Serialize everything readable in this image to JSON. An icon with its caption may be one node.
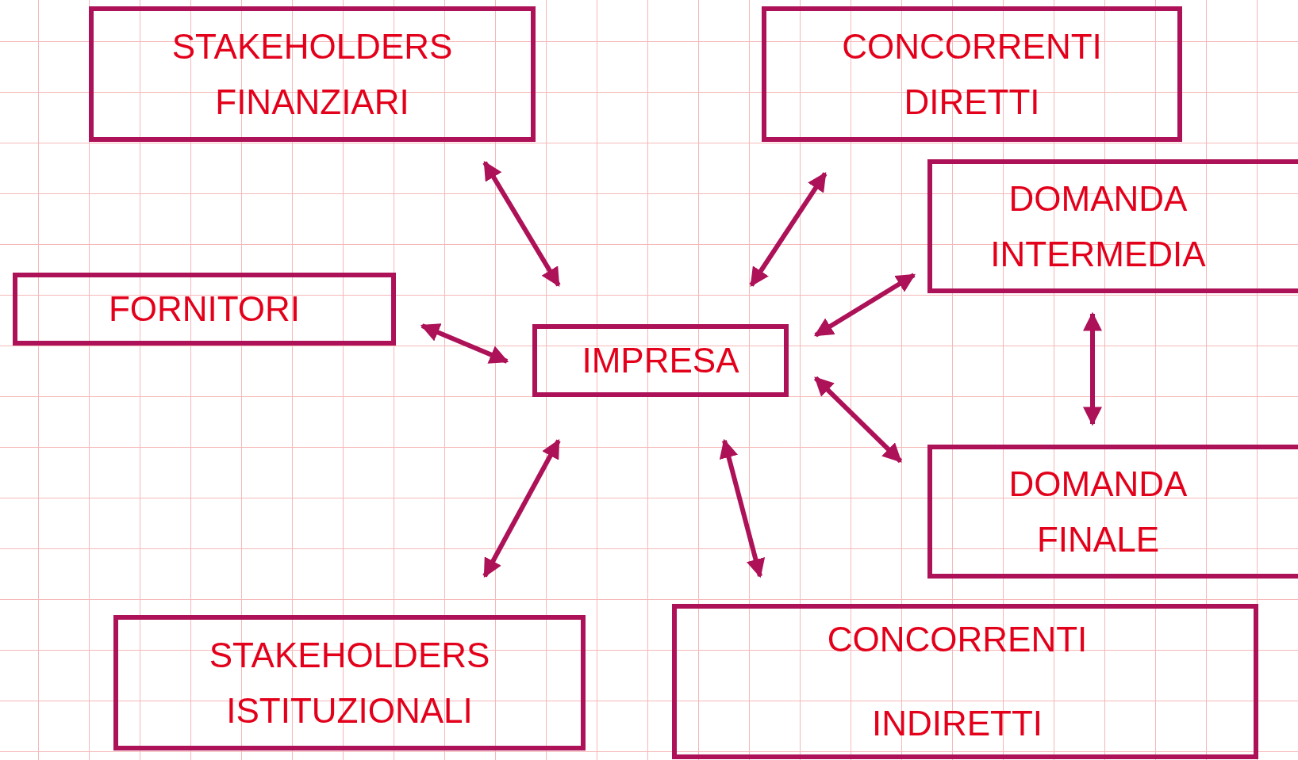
{
  "diagram": {
    "nodes": [
      {
        "text": [
          "STAKEHOLDERS FINANZIARI"
        ]
      },
      {
        "text": [
          "CONCORRENTI DIRETTI"
        ]
      },
      {
        "text": [
          "DOMANDA INTERMEDIA"
        ]
      },
      {
        "text": [
          "FORNITORI"
        ]
      },
      {
        "text": [
          "IMPRESA"
        ]
      },
      {
        "text": [
          "DOMANDA FINALE"
        ]
      },
      {
        "text": [
          "STAKEHOLDERS ISTITUZIONALI"
        ]
      },
      {
        "text": [
          "CONCORRENTI INDIRETTI"
        ]
      }
    ],
    "edges": [
      {
        "from": 4,
        "to": 0,
        "arrow": "both"
      },
      {
        "from": 4,
        "to": 1,
        "arrow": "both"
      },
      {
        "from": 4,
        "to": 2,
        "arrow": "both"
      },
      {
        "from": 3,
        "to": 4,
        "arrow": "both"
      },
      {
        "from": 4,
        "to": 5,
        "arrow": "both"
      },
      {
        "from": 2,
        "to": 5,
        "arrow": "both"
      },
      {
        "from": 4,
        "to": 6,
        "arrow": "both"
      },
      {
        "from": 4,
        "to": 7,
        "arrow": "both"
      }
    ]
  }
}
